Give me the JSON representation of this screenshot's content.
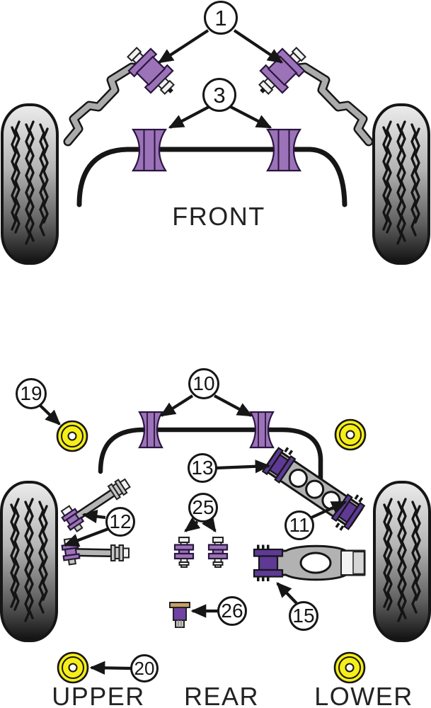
{
  "labels": {
    "front": "FRONT",
    "upper": "UPPER",
    "rear": "REAR",
    "lower": "LOWER"
  },
  "callouts": [
    {
      "id": "1",
      "number": "1"
    },
    {
      "id": "3",
      "number": "3"
    },
    {
      "id": "10",
      "number": "10"
    },
    {
      "id": "19",
      "number": "19"
    },
    {
      "id": "13",
      "number": "13"
    },
    {
      "id": "12",
      "number": "12"
    },
    {
      "id": "25",
      "number": "25"
    },
    {
      "id": "11",
      "number": "11"
    },
    {
      "id": "15",
      "number": "15"
    },
    {
      "id": "26",
      "number": "26"
    },
    {
      "id": "20",
      "number": "20"
    }
  ],
  "colors": {
    "purple": "#9c73b8",
    "dark-purple": "#5e3a96",
    "bolt-purple": "#6f42a3",
    "yellow": "#f6ee18",
    "tan": "#c9a063",
    "gray-part": "#b2b2b2",
    "line": "#161616"
  }
}
